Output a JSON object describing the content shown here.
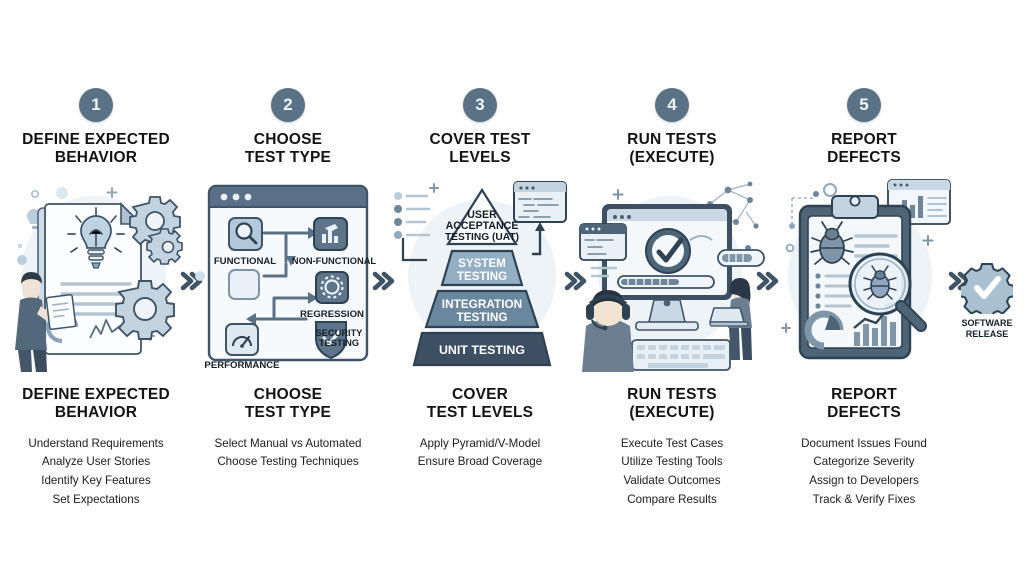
{
  "page": {
    "background_color": "#fefefe",
    "accent_color": "#5b7186",
    "ink_color": "#131313"
  },
  "release": {
    "label": "SOFTWARE\nRELEASE",
    "icon": "gear-check-icon"
  },
  "steps": [
    {
      "number": "1",
      "top_title": "DEFINE EXPECTED\nBEHAVIOR",
      "bottom_title": "DEFINE EXPECTED\nBEHAVIOR",
      "bullets": [
        "Understand Requirements",
        "Analyze User Stories",
        "Identify Key Features",
        "Set Expectations"
      ],
      "illustration": "person-reviewing-document-with-lightbulb-and-gears"
    },
    {
      "number": "2",
      "top_title": "CHOOSE\nTEST TYPE",
      "bottom_title": "CHOOSE\nTEST TYPE",
      "bullets": [
        "Select Manual vs Automated",
        "Choose Testing Techniques"
      ],
      "illustration": "browser-window-test-type-flowchart",
      "flow_labels": [
        "FUNCTIONAL",
        "NON-FUNCTIONAL",
        "REGRESSION",
        "PERFORMANCE",
        "SECURITY\nTESTING"
      ]
    },
    {
      "number": "3",
      "top_title": "COVER TEST\nLEVELS",
      "bottom_title": "COVER\nTEST LEVELS",
      "bullets": [
        "Apply Pyramid/V-Model",
        "Ensure Broad Coverage"
      ],
      "illustration": "testing-pyramid",
      "pyramid_levels": [
        {
          "label": "USER\nACCEPTANCE\nTESTING (UAT)",
          "color": "#ffffff",
          "text_color": "#15202b"
        },
        {
          "label": "SYSTEM\nTESTING",
          "color": "#93adc2",
          "text_color": "#ffffff"
        },
        {
          "label": "INTEGRATION\nTESTING",
          "color": "#6a87a0",
          "text_color": "#ffffff"
        },
        {
          "label": "UNIT TESTING",
          "color": "#3c4f63",
          "text_color": "#ffffff"
        }
      ]
    },
    {
      "number": "4",
      "top_title": "RUN TESTS\n(EXECUTE)",
      "bottom_title": "RUN TESTS\n(EXECUTE)",
      "bullets": [
        "Execute Test Cases",
        "Utilize Testing Tools",
        "Validate Outcomes",
        "Compare Results"
      ],
      "illustration": "desktop-monitor-with-checkmark-tester-and-engineer"
    },
    {
      "number": "5",
      "top_title": "REPORT\nDEFECTS",
      "bottom_title": "REPORT\nDEFECTS",
      "bullets": [
        "Document Issues Found",
        "Categorize Severity",
        "Assign to Developers",
        "Track & Verify Fixes"
      ],
      "illustration": "clipboard-with-bugs-magnifier-and-charts"
    }
  ]
}
